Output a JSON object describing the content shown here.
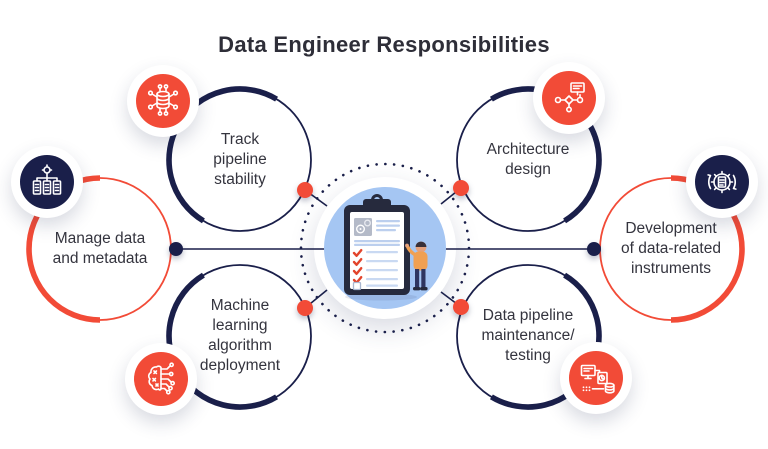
{
  "title": "Data Engineer Responsibilities",
  "center": {
    "illustration": "clipboard-checklist-with-person",
    "background_color": "#a5c6f3"
  },
  "nodes": [
    {
      "id": "track-pipeline-stability",
      "label": "Track\npipeline\nstability",
      "ring_color": "navy",
      "icon": "database-network-icon",
      "icon_color": "red",
      "connector_dot_color": "red"
    },
    {
      "id": "manage-data-and-metadata",
      "label": "Manage data\nand metadata",
      "ring_color": "red",
      "icon": "metadata-documents-icon",
      "icon_color": "navy",
      "connector_dot_color": "navy"
    },
    {
      "id": "machine-learning-algorithm-deployment",
      "label": "Machine\nlearning\nalgorithm\ndeployment",
      "ring_color": "navy",
      "icon": "brain-circuit-icon",
      "icon_color": "red",
      "connector_dot_color": "red"
    },
    {
      "id": "architecture-design",
      "label": "Architecture\ndesign",
      "ring_color": "navy",
      "icon": "monitor-flowchart-icon",
      "icon_color": "red",
      "connector_dot_color": "red"
    },
    {
      "id": "development-of-data-related-instruments",
      "label": "Development\nof data-related\ninstruments",
      "ring_color": "red",
      "icon": "gear-document-sync-icon",
      "icon_color": "navy",
      "connector_dot_color": "navy"
    },
    {
      "id": "data-pipeline-maintenance-testing",
      "label": "Data pipeline\nmaintenance/\ntesting",
      "ring_color": "navy",
      "icon": "monitor-database-testing-icon",
      "icon_color": "red",
      "connector_dot_color": "red"
    }
  ],
  "colors": {
    "navy": "#1a1f4a",
    "red": "#f24b37",
    "center_blue": "#a5c6f3",
    "label_text": "#34343e",
    "title_text": "#2e2e38",
    "checkmark_red": "#e2442c",
    "background": "#ffffff"
  }
}
